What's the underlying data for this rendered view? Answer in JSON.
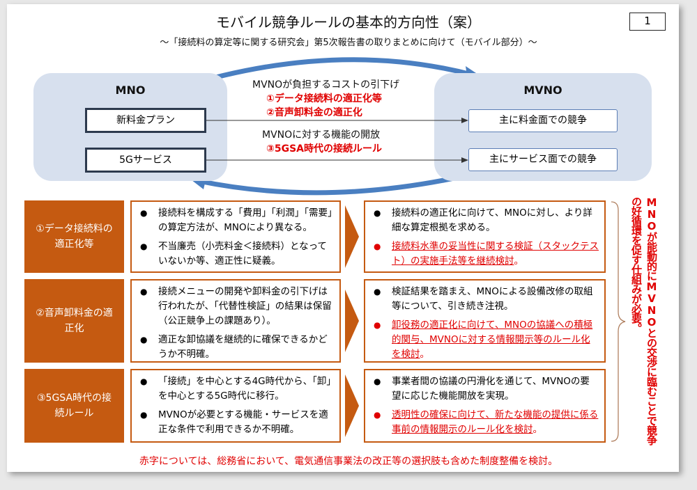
{
  "header": {
    "title": "モバイル競争ルールの基本的方向性（案）",
    "subtitle": "～「接続料の算定等に関する研究会」第5次報告書の取りまとめに向けて（モバイル部分）～",
    "page_number": "1"
  },
  "diagram": {
    "mno": {
      "title": "MNO",
      "boxes": [
        "新料金プラン",
        "5Gサービス"
      ]
    },
    "mvno": {
      "title": "MVNO",
      "boxes": [
        "主に料金面での競争",
        "主にサービス面での競争"
      ]
    },
    "top_label": "MVNOが負担するコストの引下げ",
    "top_items": [
      "①データ接続料の適正化等",
      "②音声卸料金の適正化"
    ],
    "bottom_label": "MVNOに対する機能の開放",
    "bottom_items": [
      "③5GSA時代の接続ルール"
    ]
  },
  "rows": [
    {
      "label": "①データ接続料の適正化等",
      "issues": [
        "接続料を構成する「費用」「利潤」「需要」の算定方法が、MNOにより異なる。",
        "不当廉売（小売料金＜接続料）となっていないか等、適正性に疑義。"
      ],
      "actions": [
        {
          "text": "接続料の適正化に向けて、MNOに対し、より詳細な算定根拠を求める。",
          "red": false
        },
        {
          "text": "接続料水準の妥当性に関する検証（スタックテスト）の実施手法等を継続検討",
          "red": true
        }
      ]
    },
    {
      "label": "②音声卸料金の適正化",
      "issues": [
        "接続メニューの開発や卸料金の引下げは行われたが、「代替性検証」の結果は保留（公正競争上の課題あり）。",
        "適正な卸協議を継続的に確保できるかどうか不明確。"
      ],
      "actions": [
        {
          "text": "検証結果を踏まえ、MNOによる設備改修の取組等について、引き続き注視。",
          "red": false
        },
        {
          "text": "卸役務の適正化に向けて、MNOの協議への積極的関与、MVNOに対する情報開示等のルール化を検討",
          "red": true
        }
      ]
    },
    {
      "label": "③5GSA時代の接続ルール",
      "issues": [
        "「接続」を中心とする4G時代から、「卸」を中心とする5G時代に移行。",
        "MVNOが必要とする機能・サービスを適正な条件で利用できるか不明確。"
      ],
      "actions": [
        {
          "text": "事業者間の協議の円滑化を通じて、MVNOの要望に応じた機能開放を実現。",
          "red": false
        },
        {
          "text": "透明性の確保に向けて、新たな機能の提供に係る事前の情報開示のルール化を検討",
          "red": true
        }
      ]
    }
  ],
  "side_note": "MNOが能動的にMVNOとの交渉に臨むことで競争の好循環を促す仕組みが必要。",
  "footer": "赤字については、総務省において、電気通信事業法の改正等の選択肢も含めた制度整備を検討。",
  "colors": {
    "accent": "#c55a11",
    "red": "#e00000",
    "panel": "#d7e0ee",
    "arrow": "#4a7fc1"
  }
}
